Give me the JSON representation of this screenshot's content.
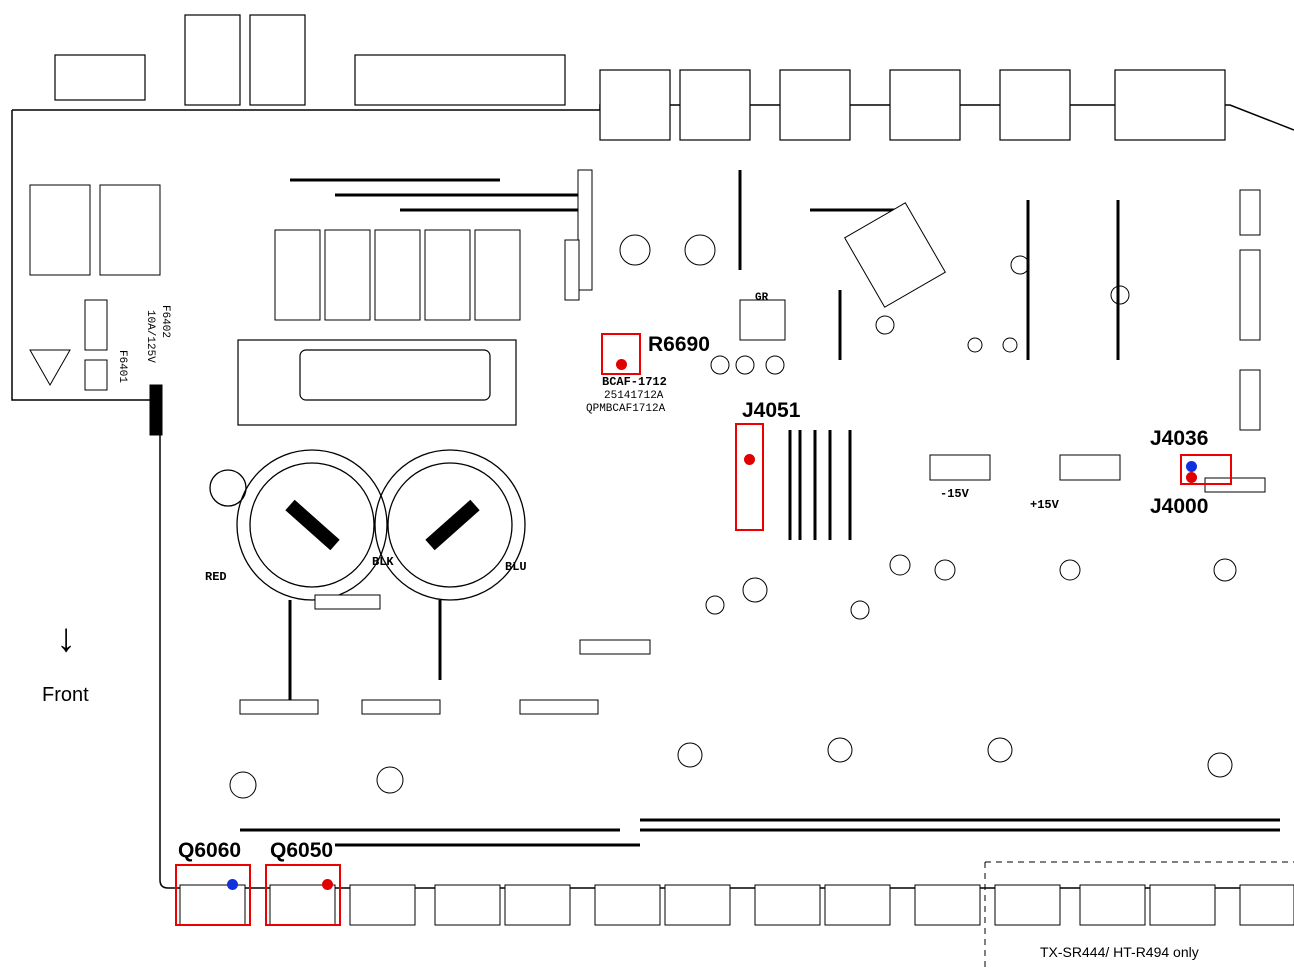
{
  "callouts": {
    "r6690": "R6690",
    "j4051": "J4051",
    "j4036": "J4036",
    "j4000": "J4000",
    "q6060": "Q6060",
    "q6050": "Q6050"
  },
  "front_label": "Front",
  "front_arrow": "↓",
  "variant_note": "TX-SR444/ HT-R494 only",
  "board_labels": {
    "fuse_a": "F6402",
    "fuse_b": "F6401",
    "fuse_rating": "10A/125V",
    "part_code_1": "BCAF-1712",
    "part_code_2": "25141712A",
    "part_code_3": "QPMBCAF1712A",
    "red": "RED",
    "blk": "BLK",
    "blu": "BLU",
    "minus_15v": "-15V",
    "plus_15v": "+15V",
    "gr": "GR"
  },
  "colors": {
    "highlight": "#e00000",
    "dot_red": "#e00000",
    "dot_blue": "#1030e0",
    "trace": "#000000"
  }
}
